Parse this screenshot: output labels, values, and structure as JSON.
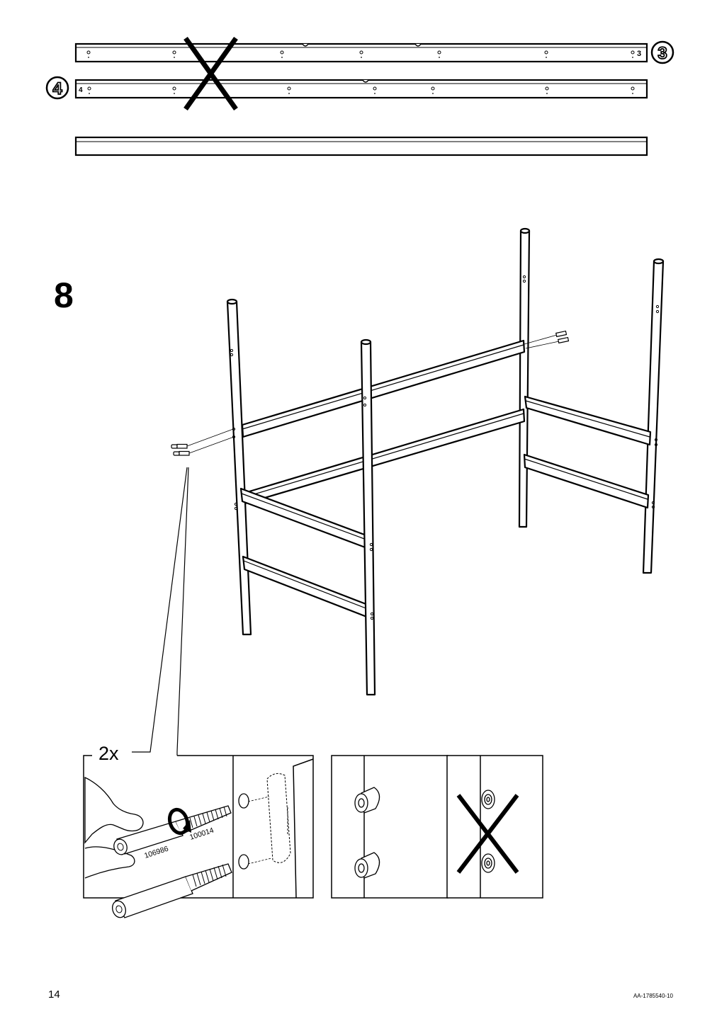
{
  "step": {
    "number": "8"
  },
  "parts": {
    "rail_left_number": "4",
    "rail_right_number": "3"
  },
  "detail": {
    "quantity": "2x",
    "article_numbers": [
      "106986",
      "100014"
    ]
  },
  "footer": {
    "page_number": "14",
    "document_id": "AA-1785540-10"
  },
  "icons": [
    "do-not-use-cross-icon",
    "rotate-arrow-icon",
    "hand-icon",
    "dowel-icon"
  ]
}
